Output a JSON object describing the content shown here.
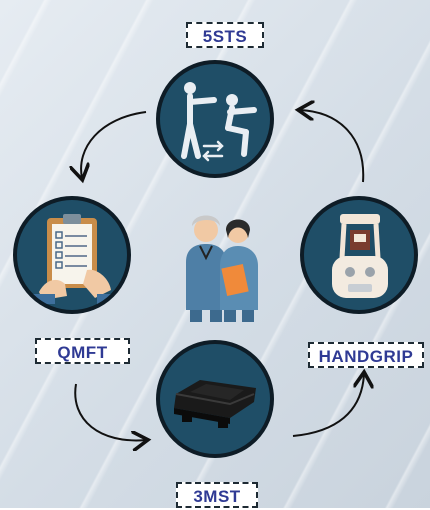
{
  "labels": {
    "top": "5STS",
    "left": "QMFT",
    "right": "HANDGRIP",
    "bottom": "3MST"
  },
  "icons": {
    "top": "sit-to-stand-figures-icon",
    "left": "clipboard-questionnaire-icon",
    "right": "handgrip-dynamometer-icon",
    "bottom": "step-platform-icon",
    "center": "nurses-illustration"
  },
  "colors": {
    "circle_fill": "#1f4e67",
    "circle_border": "#0e1c26",
    "label_text": "#2f3a94",
    "arrow": "#111111"
  }
}
